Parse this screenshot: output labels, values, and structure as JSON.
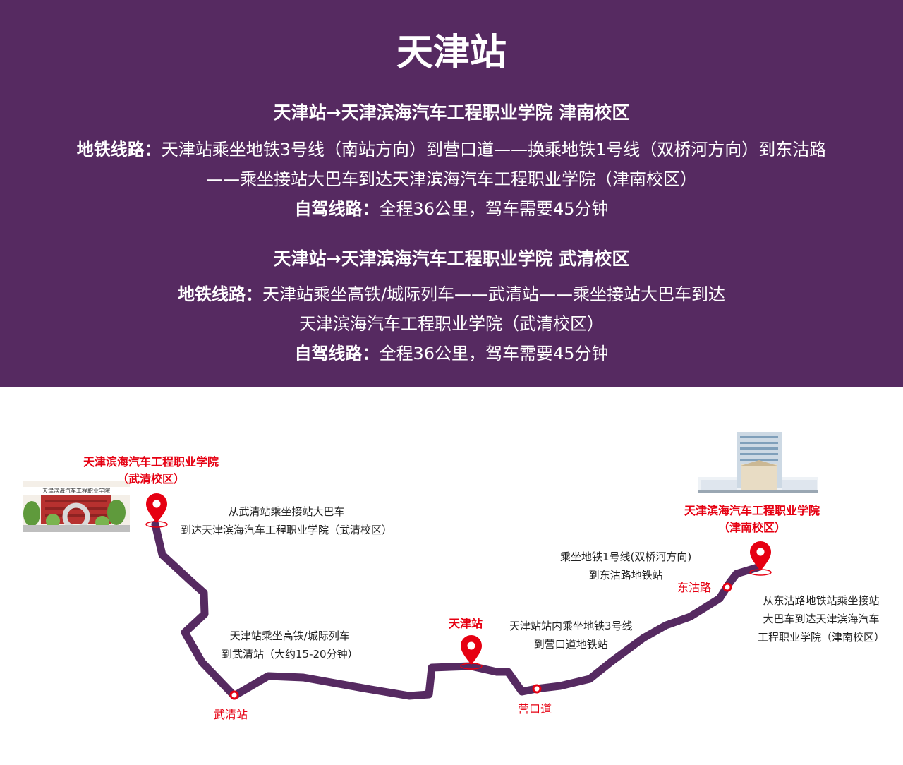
{
  "header": {
    "title": "天津站",
    "route1": {
      "heading": "天津站→天津滨海汽车工程职业学院  津南校区",
      "metro_label": "地铁线路：",
      "metro_line1": "天津站乘坐地铁3号线（南站方向）到营口道——换乘地铁1号线（双桥河方向）到东沽路",
      "metro_line2": "——乘坐接站大巴车到达天津滨海汽车工程职业学院（津南校区）",
      "drive_label": "自驾线路：",
      "drive_text": "全程36公里，驾车需要45分钟"
    },
    "route2": {
      "heading": "天津站→天津滨海汽车工程职业学院  武清校区",
      "metro_label": "地铁线路：",
      "metro_line1": "天津站乘坐高铁/城际列车——武清站——乘坐接站大巴车到达",
      "metro_line2": "天津滨海汽车工程职业学院（武清校区）",
      "drive_label": "自驾线路：",
      "drive_text": "全程36公里，驾车需要45分钟"
    }
  },
  "map": {
    "route_color": "#562a61",
    "marker_color": "#e60012",
    "wuqing_campus": {
      "name": "天津滨海汽车工程职业学院",
      "sub": "（武清校区）",
      "building_sign": "天津滨海汽车工程职业学院"
    },
    "jinnan_campus": {
      "name": "天津滨海汽车工程职业学院",
      "sub": "（津南校区）"
    },
    "notes": {
      "wuqing_bus_1": "从武清站乘坐接站大巴车",
      "wuqing_bus_2": "到达天津滨海汽车工程职业学院（武清校区）",
      "train_1": "天津站乘坐高铁/城际列车",
      "train_2": "到武清站（大约15-20分钟）",
      "metro3_1": "天津站站内乘坐地铁3号线",
      "metro3_2": "到营口道地铁站",
      "metro1_1": "乘坐地铁1号线(双桥河方向)",
      "metro1_2": "到东沽路地铁站",
      "jinnan_bus_1": "从东沽路地铁站乘坐接站",
      "jinnan_bus_2": "大巴车到达天津滨海汽车",
      "jinnan_bus_3": "工程职业学院（津南校区）"
    },
    "stations": {
      "tianjin": "天津站",
      "wuqing": "武清站",
      "yingkoudao": "营口道",
      "donggulu": "东沽路"
    }
  }
}
